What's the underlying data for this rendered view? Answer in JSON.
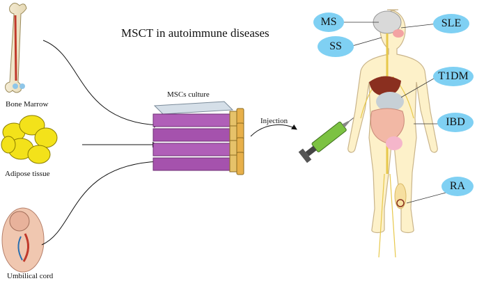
{
  "title": "MSCT in autoimmune diseases",
  "sources": {
    "bone_marrow": "Bone Marrow",
    "adipose": "Adipose tissue",
    "umbilical": "Umbilical cord"
  },
  "culture_label": "MSCs culture",
  "injection_label": "Injection",
  "diseases": {
    "ms": "MS",
    "sle": "SLE",
    "ss": "SS",
    "t1dm": "T1DM",
    "ibd": "IBD",
    "ra": "RA"
  },
  "colors": {
    "bubble": "#7fd0f3",
    "flask": "#b05fb8",
    "body_fill": "#fdf1c9",
    "nerve": "#e7c84a",
    "adipose": "#f3e21a",
    "syringe": "#7cc242"
  }
}
